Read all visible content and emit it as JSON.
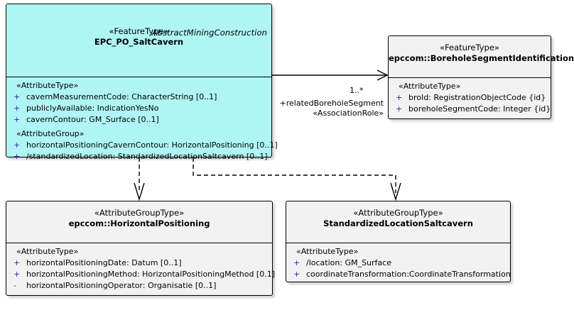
{
  "diagram": {
    "type": "uml-class-diagram",
    "colors": {
      "featuretype_fill": "#AFF5F5",
      "attributegrouptype_fill": "#F2F2F2",
      "border": "#000000",
      "visibility_marker": "#2a2a9c"
    }
  },
  "classes": {
    "salt_cavern": {
      "abstract_tag": "AbstractMiningConstruction",
      "stereotype": "«FeatureType»",
      "name": "EPC_PO_SaltCavern",
      "sections": [
        {
          "group": "«AttributeType»",
          "attributes": [
            {
              "visibility": "+",
              "text": "cavernMeasurementCode: CharacterString [0..1]"
            },
            {
              "visibility": "+",
              "text": "publiclyAvailable: IndicationYesNo"
            },
            {
              "visibility": "+",
              "text": "cavernContour: GM_Surface [0..1]"
            }
          ]
        },
        {
          "group": "«AttributeGroup»",
          "attributes": [
            {
              "visibility": "+",
              "text": "horizontalPositioningCavernContour: HorizontalPositioning [0..1]"
            },
            {
              "visibility": "+",
              "text": "/standardizedLocation: StandardizedLocationSaltcavern [0..1]"
            }
          ]
        }
      ]
    },
    "borehole_segment": {
      "stereotype": "«FeatureType»",
      "name": "epccom::BoreholeSegmentIdentification",
      "sections": [
        {
          "group": "«AttributeType»",
          "attributes": [
            {
              "visibility": "+",
              "text": "broId: RegistrationObjectCode {id}"
            },
            {
              "visibility": "+",
              "text": "boreholeSegmentCode: Integer {id}"
            }
          ]
        }
      ]
    },
    "horizontal_positioning": {
      "stereotype": "«AttributeGroupType»",
      "name": "epccom::HorizontalPositioning",
      "sections": [
        {
          "group": "«AttributeType»",
          "attributes": [
            {
              "visibility": "+",
              "text": "horizontalPositioningDate: Datum [0..1]"
            },
            {
              "visibility": "+",
              "text": "horizontalPositioningMethod: HorizontalPositioningMethod [0.1]"
            },
            {
              "visibility": "-",
              "text": "horizontalPositioningOperator: Organisatie [0..1]"
            }
          ]
        }
      ]
    },
    "standardized_location": {
      "stereotype": "«AttributeGroupType»",
      "name": "StandardizedLocationSaltcavern",
      "sections": [
        {
          "group": "«AttributeType»",
          "attributes": [
            {
              "visibility": "+",
              "text": "/location: GM_Surface"
            },
            {
              "visibility": "+",
              "text": "coordinateTransformation:CoordinateTransformation"
            }
          ]
        }
      ]
    }
  },
  "association": {
    "multiplicity": "1..*",
    "role_name": "+relatedBoreholeSegment",
    "stereotype": "«AssociationRole»"
  }
}
